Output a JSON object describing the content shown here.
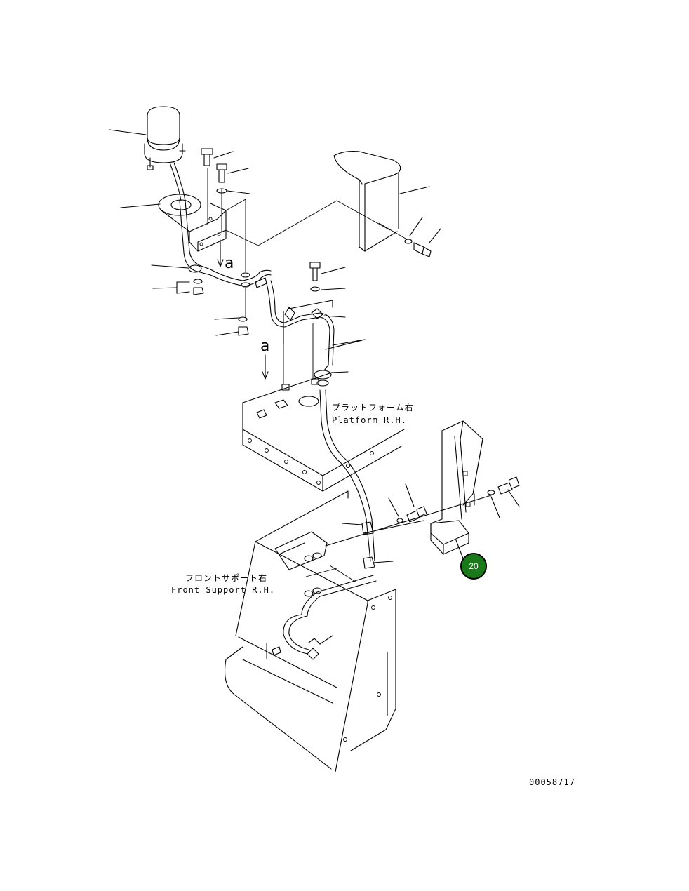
{
  "labels": {
    "platform_jp": "プラットフォーム右",
    "platform_en": "Platform R.H.",
    "front_support_jp": "フロントサポート右",
    "front_support_en": "Front Support R.H.",
    "view_mark": "a",
    "view_mark_2": "a",
    "drawing_number": "00058717"
  },
  "callout": {
    "number": "20",
    "color": "#1a7a1a",
    "ring": "#000000"
  },
  "colors": {
    "line": "#000000",
    "background": "#ffffff"
  }
}
